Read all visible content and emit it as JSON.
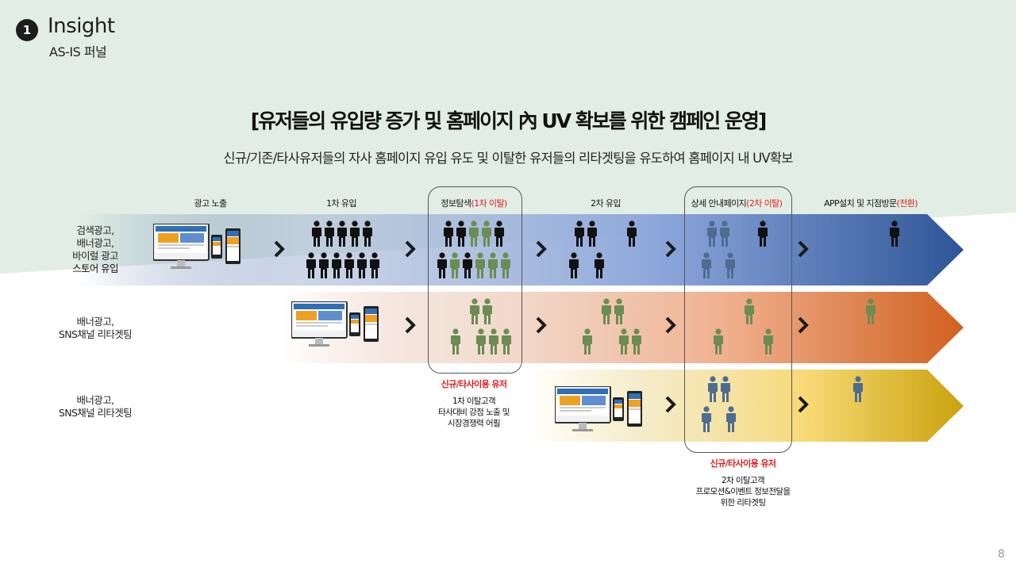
{
  "section": {
    "number": "1",
    "title": "Insight",
    "subtitle": "AS-IS 퍼널"
  },
  "main": {
    "title": "[유저들의 유입량 증가 및 홈페이지 內 UV 확보를 위한 캠페인 운영]",
    "description": "신규/기존/타사유저들의 자사 홈페이지 유입 유도 및 이탈한 유저들의 리타겟팅을 유도하여 홈페이지 내 UV확보"
  },
  "stages": [
    {
      "label": "광고 노출",
      "highlight": ""
    },
    {
      "label": "1차 유입",
      "highlight": ""
    },
    {
      "label": "정보탐색",
      "highlight": "(1차 이탈)"
    },
    {
      "label": "2차 유입",
      "highlight": ""
    },
    {
      "label": "상세 안내페이지",
      "highlight": "(2차 이탈)"
    },
    {
      "label": "APP설치 및 지점방문",
      "highlight": "(전환)"
    }
  ],
  "rows": [
    {
      "lines": [
        "검색광고,",
        "배너광고,",
        "바이럴 광고"
      ],
      "strong_line": "스토어 유입"
    },
    {
      "lines": [
        "배너광고,",
        "SNS채널 리타겟팅"
      ],
      "strong_line": ""
    },
    {
      "lines": [
        "배너광고,",
        "SNS채널 리타겟팅"
      ],
      "strong_line": ""
    }
  ],
  "notes": {
    "first": {
      "red": "신규/타사이용 유저",
      "lines": [
        "1차 이탈고객",
        "타사대비 강점 노출 및",
        "시장경쟁력 어필"
      ]
    },
    "second": {
      "red": "신규/타사이용 유저",
      "lines": [
        "2차 이탈고객",
        "프로모션&이벤트 정보전달을",
        "위한 리타겟팅"
      ]
    }
  },
  "colors": {
    "row1_arrow": "#2e5597",
    "row2_arrow": "#d0611f",
    "row3_arrow": "#c9a20c",
    "person_black": "#111111",
    "person_green": "#6b8c52",
    "person_blue": "#4e6c8f",
    "background_band": "#e2eee5",
    "note_red": "#e21b1b"
  },
  "icons": {
    "devices": "desktop-tablet-phone-icon",
    "person": "person-icon",
    "chevron": "chevron-right-icon"
  },
  "page_number": "8"
}
